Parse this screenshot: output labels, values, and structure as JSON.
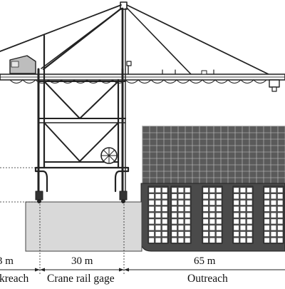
{
  "dimensions": {
    "backreach_value": "3 m",
    "rail_gage_value": "30 m",
    "outreach_value": "65 m"
  },
  "zones": {
    "backreach_label": "kreach",
    "rail_gage_label": "Crane rail gage",
    "outreach_label": "Outreach"
  },
  "colors": {
    "line": "#222222",
    "apron": "#d9d9d9",
    "container_fill": "#5a5a5a",
    "container_grid": "#c8c8c8",
    "hull_fill": "#4a4a4a",
    "hull_window": "#ffffff",
    "boom_deck": "#f2f2f2",
    "machinery_house": "#bdbdbd"
  }
}
